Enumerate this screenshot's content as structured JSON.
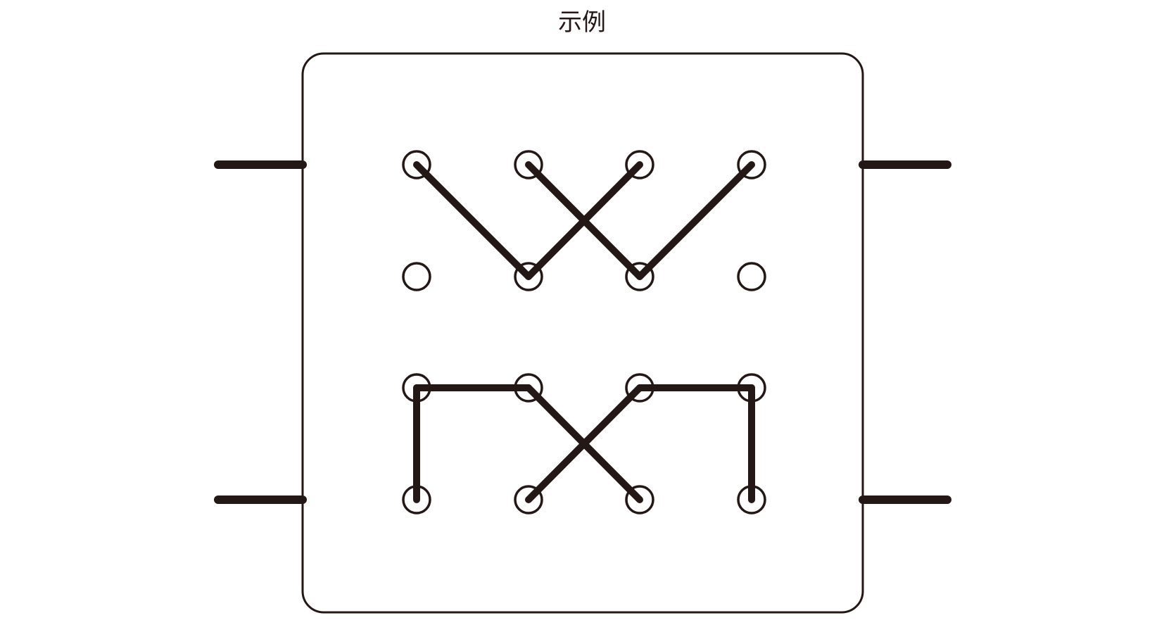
{
  "diagram": {
    "title": "示例",
    "stroke_color": "#231815",
    "background_color": "#ffffff",
    "terminal_grid": {
      "rows": 4,
      "cols": 4
    },
    "top_section": {
      "description_connections": [
        [
          "r0c0",
          "r1c1"
        ],
        [
          "r1c1",
          "r0c2"
        ],
        [
          "r0c1",
          "r1c2"
        ],
        [
          "r1c2",
          "r0c3"
        ]
      ]
    },
    "bottom_section": {
      "description_connections": [
        [
          "r3c0",
          "r2c0"
        ],
        [
          "r2c0",
          "r2c1"
        ],
        [
          "r2c1",
          "r3c2"
        ],
        [
          "r3c1",
          "r2c2"
        ],
        [
          "r2c2",
          "r2c3"
        ],
        [
          "r2c3",
          "r3c3"
        ]
      ]
    },
    "external_leads": [
      "left-top",
      "left-bottom",
      "right-top",
      "right-bottom"
    ]
  }
}
